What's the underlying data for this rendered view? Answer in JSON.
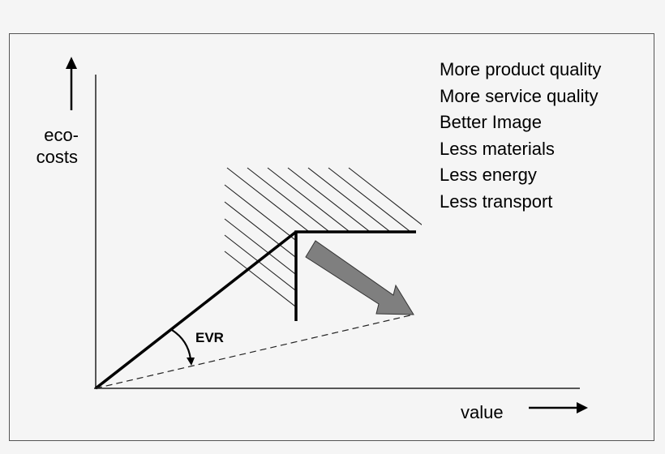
{
  "diagram": {
    "type": "eco-cost / value ratio (EVR) diagram",
    "y_axis_label": [
      "eco-",
      "costs"
    ],
    "x_axis_label": "value",
    "angle_label": "EVR",
    "benefits": [
      "More product quality",
      "More service quality",
      "Better Image",
      "Less materials",
      "Less energy",
      "Less transport"
    ],
    "colors": {
      "background": "#f5f5f5",
      "line": "#000000",
      "frame": "#555555",
      "improvement_arrow": "#7f7f7f"
    }
  }
}
